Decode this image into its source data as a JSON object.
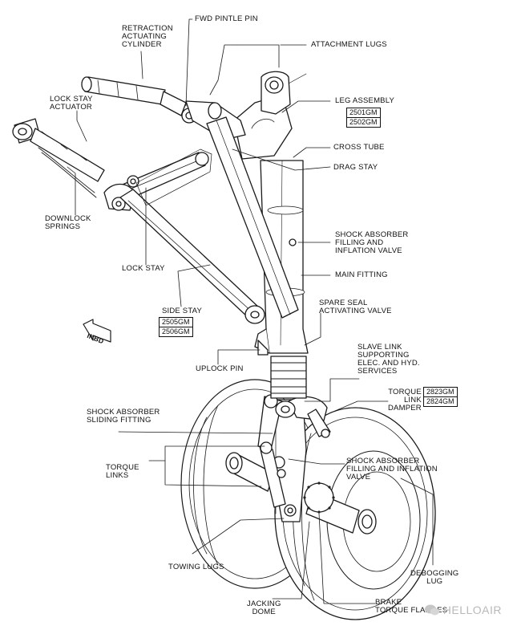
{
  "labels": {
    "retraction_actuating_cylinder": "RETRACTION\nACTUATING\nCYLINDER",
    "fwd_pintle_pin": "FWD PINTLE PIN",
    "attachment_lugs": "ATTACHMENT LUGS",
    "lock_stay_actuator": "LOCK STAY\nACTUATOR",
    "leg_assembly": "LEG ASSEMBLY",
    "cross_tube": "CROSS TUBE",
    "drag_stay": "DRAG STAY",
    "downlock_springs": "DOWNLOCK\nSPRINGS",
    "shock_absorber_filling_valve_upper": "SHOCK ABSORBER\nFILLING AND\nINFLATION VALVE",
    "lock_stay": "LOCK STAY",
    "main_fitting": "MAIN FITTING",
    "side_stay": "SIDE STAY",
    "spare_seal_activating_valve": "SPARE SEAL\nACTIVATING VALVE",
    "inbd": "INBD",
    "uplock_pin": "UPLOCK PIN",
    "slave_link": "SLAVE LINK\nSUPPORTING\nELEC. AND HYD.\nSERVICES",
    "torque_link_damper": "TORQUE\nLINK\nDAMPER",
    "shock_absorber_sliding_fitting": "SHOCK ABSORBER\nSLIDING FITTING",
    "torque_links": "TORQUE\nLINKS",
    "shock_absorber_filling_valve_lower": "SHOCK ABSORBER\nFILLING AND INFLATION\nVALVE",
    "towing_lugs": "TOWING LUGS",
    "debogging_lug": "DEBOGGING\nLUG",
    "jacking_dome": "JACKING\nDOME",
    "brake_torque_flanges": "BRAKE\nTORQUE FLANGES"
  },
  "refs": {
    "leg_assembly": [
      "2501GM",
      "2502GM"
    ],
    "side_stay": [
      "2505GM",
      "2506GM"
    ],
    "torque_link_damper": [
      "2823GM",
      "2824GM"
    ]
  },
  "watermark": "HELLOAIR"
}
